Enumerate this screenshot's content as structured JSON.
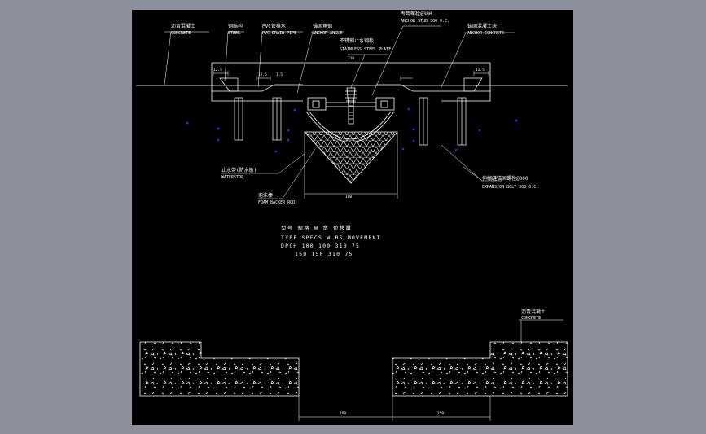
{
  "colors": {
    "frame_background": "#8d8f9a",
    "canvas": "#000000",
    "linework": "#ffffff",
    "anchor_marks": "#2a2aff"
  },
  "top_section": {
    "labels": {
      "asphalt_cn": "沥青混凝土",
      "asphalt_en": "CONCRETE",
      "pvc_cn": "PVC管排水",
      "pvc_en": "PVC DRAIN PIPE",
      "steel_cn": "钢结构",
      "steel_en": "STEEL",
      "angle_cn": "锚固角钢",
      "angle_en": "ANCHOR ANGLE",
      "stud_cn": "专用螺栓@300",
      "stud_en": "ANCHOR STUD 300 O.C.",
      "block_cn": "锚固混凝土块",
      "block_en": "ANCHOR CONCRETE",
      "seal_cn": "不锈钢止水钢板",
      "seal_en": "STAINLESS STEEL PLATE",
      "seal_dim": "310",
      "waterstop_cn": "止水带(防水板)",
      "waterstop_en": "WATERSTOP",
      "backer_cn": "泡沫棒",
      "backer_en": "FOAM BACKER ROD",
      "expansion_cn": "伸缩缝锚固螺栓@300",
      "expansion_en": "EXPANSION BOLT 300 O.C."
    },
    "dims": {
      "left_a": "12.5",
      "left_b": "12.5",
      "left_c": "1.5",
      "gap_width": "100",
      "right_a": "12.5"
    }
  },
  "spec_table": {
    "header_cn": "型号  规格  W  宽  位移量",
    "header_en": "TYPE  SPECS  W  BS  MOVEMENT",
    "row1": "DPCH  100  100  310  75",
    "row2": "150  150  310  75"
  },
  "bottom_section": {
    "label_cn": "沥青混凝土",
    "label_en": "CONCRETE",
    "dim_left": "100",
    "dim_right": "150"
  }
}
